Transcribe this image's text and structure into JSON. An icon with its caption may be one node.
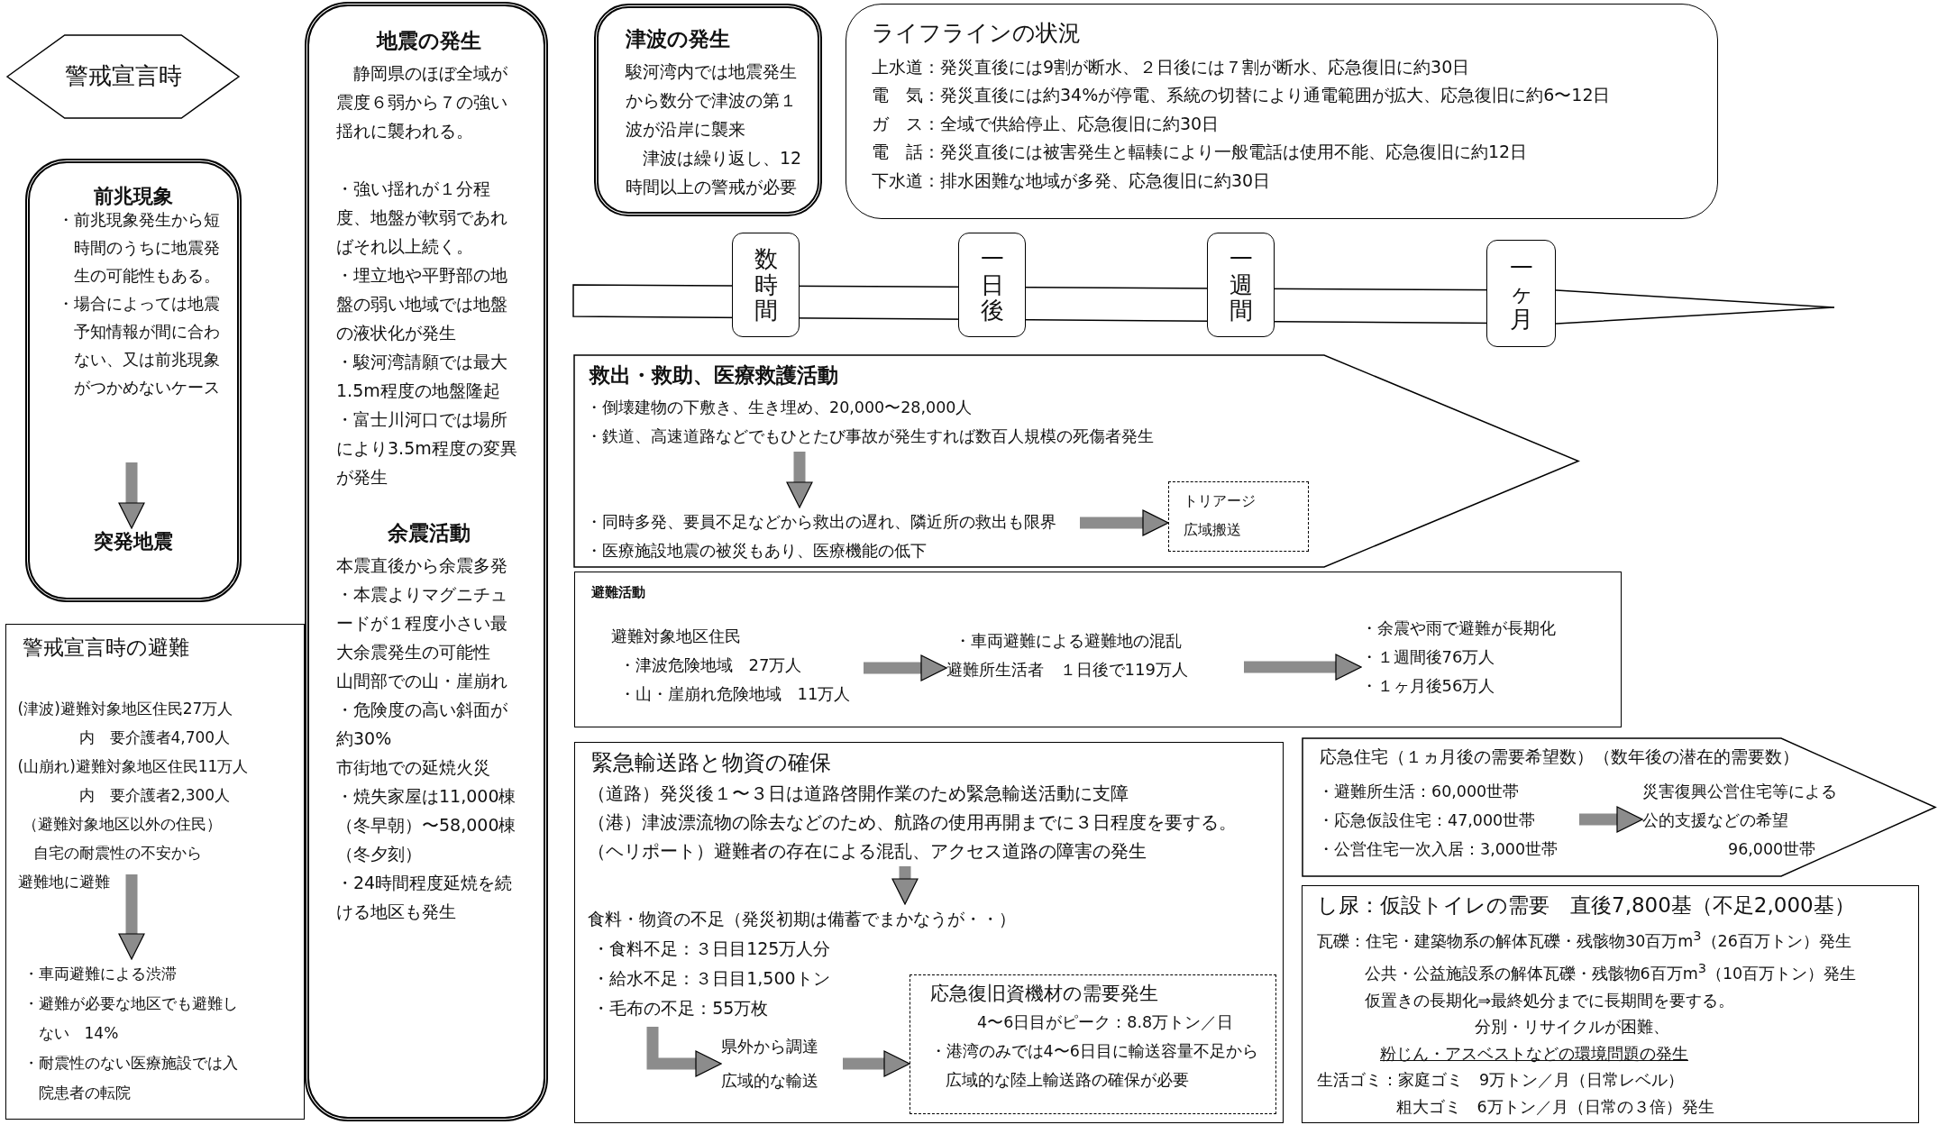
{
  "diagram": {
    "nodes": [
      {
        "text": [
          "警戒宣言時"
        ]
      },
      {
        "text": [
          "前兆現象"
        ]
      },
      {
        "text": [
          "・前兆現象発生から短時間のうちに地震発生の可能性もある。",
          "・場合によっては地震予知情報が間に合わない、又は前兆現象がつかめないケース"
        ],
        "in": 1
      },
      {
        "text": [
          "突発地震"
        ],
        "in": 1
      },
      {
        "text": [
          "警戒宣言時の避難"
        ]
      },
      {
        "text": [
          "(津波)避難対象地区住民27万人",
          "内　要介護者4,700人",
          "(山崩れ)避難対象地区住民11万人",
          "内　要介護者2,300人",
          "（避難対象地区以外の住民）",
          "自宅の耐震性の不安から避難地に避難"
        ],
        "in": 4
      },
      {
        "text": [
          "・車両避難による渋滞",
          "・避難が必要な地区でも避難しない　14%",
          "・耐震性のない医療施設では入院患者の転院"
        ],
        "in": 4
      },
      {
        "text": [
          "地震の発生",
          "静岡県のほぼ全域が震度６弱から７の強い揺れに襲われる。",
          "・強い揺れが１分程度、地盤が軟弱であればそれ以上続く。",
          "・埋立地や平野部の地盤の弱い地域では地盤の液状化が発生",
          "・駿河湾請願では最大1.5m程度の地盤隆起",
          "・富士川河口では場所により3.5m程度の変異が発生",
          "余震活動",
          "本震直後から余震多発",
          "・本震よりマグニチュードが１程度小さい最大余震発生の可能性",
          "山間部での山・崖崩れ",
          "・危険度の高い斜面が約30%",
          "市街地での延焼火災",
          "・焼失家屋は11,000棟（冬早朝）〜58,000棟（冬夕刻）",
          "・24時間程度延焼を続ける地区も発生"
        ]
      },
      {
        "text": [
          "津波の発生",
          "駿河湾内では地震発生から数分で津波の第１波が沿岸に襲来",
          "津波は繰り返し、12時間以上の警戒が必要"
        ]
      },
      {
        "text": [
          "ライフラインの状況",
          "上水道：発災直後には9割が断水、２日後には７割が断水、応急復旧に約30日",
          "電　気：発災直後には約34%が停電、系統の切替により通電範囲が拡大、応急復旧に約6〜12日",
          "ガ　ス：全域で供給停止、応急復旧に約30日",
          "電　話：発災直後には被害発生と輻輳により一般電話は使用不能、応急復旧に約12日",
          "下水道：排水困難な地域が多発、応急復旧に約30日"
        ]
      },
      {
        "text": [
          "数時間"
        ]
      },
      {
        "text": [
          "一日後"
        ]
      },
      {
        "text": [
          "一週間"
        ]
      },
      {
        "text": [
          "一ヶ月"
        ]
      },
      {
        "text": [
          "救出・救助、医療救護活動"
        ]
      },
      {
        "text": [
          "・倒壊建物の下敷き、生き埋め、20,000〜28,000人",
          "・鉄道、高速道路などでもひとたび事故が発生すれば数百人規模の死傷者発生"
        ],
        "in": 14
      },
      {
        "text": [
          "・同時多発、要員不足などから救出の遅れ、隣近所の救出も限界",
          "・医療施設地震の被災もあり、医療機能の低下"
        ],
        "in": 14
      },
      {
        "text": [
          "トリアージ",
          "広域搬送"
        ],
        "in": 14
      },
      {
        "text": [
          "避難活動"
        ]
      },
      {
        "text": [
          "避難対象地区住民",
          "・津波危険地域　27万人",
          "・山・崖崩れ危険地域　11万人"
        ],
        "in": 18
      },
      {
        "text": [
          "・車両避難による避難地の混乱",
          "避難所生活者　１日後で119万人"
        ],
        "in": 18
      },
      {
        "text": [
          "・余震や雨で避難が長期化",
          "・１週間後76万人",
          "・１ヶ月後56万人"
        ],
        "in": 18
      },
      {
        "text": [
          "緊急輸送路と物資の確保"
        ]
      },
      {
        "text": [
          "（道路）発災後１〜３日は道路啓開作業のため緊急輸送活動に支障",
          "（港）津波漂流物の除去などのため、航路の使用再開までに３日程度を要する。",
          "（ヘリポート）避難者の存在による混乱、アクセス道路の障害の発生"
        ],
        "in": 22
      },
      {
        "text": [
          "食料・物資の不足（発災初期は備蓄でまかなうが・・）",
          "・食料不足：３日目125万人分",
          "・給水不足：３日目1,500トン",
          "・毛布の不足：55万枚"
        ],
        "in": 22
      },
      {
        "text": [
          "県外から調達",
          "広域的な輸送"
        ],
        "in": 22
      },
      {
        "text": [
          "応急復旧資機材の需要発生",
          "4〜6日目がピーク：8.8万トン／日",
          "・港湾のみでは4〜6日目に輸送容量不足から広域的な陸上輸送路の確保が必要"
        ],
        "in": 22
      },
      {
        "text": [
          "応急住宅（１ヵ月後の需要希望数）（数年後の潜在的需要数）"
        ]
      },
      {
        "text": [
          "・避難所生活：60,000世帯",
          "・応急仮設住宅：47,000世帯",
          "・公営住宅一次入居：3,000世帯"
        ],
        "in": 27
      },
      {
        "text": [
          "災害復興公営住宅等による公的支援などの希望",
          "96,000世帯"
        ],
        "in": 27
      },
      {
        "text": [
          "し尿：仮設トイレの需要　直後7,800基（不足2,000基）",
          "瓦礫：住宅・建築物系の解体瓦礫・残骸物30百万m$^{3}$（26百万トン）発生",
          "公共・公益施設系の解体瓦礫・残骸物6百万m$^{3}$（10百万トン）発生",
          "仮置きの長期化⇒最終処分までに長期間を要する。",
          "分別・リサイクルが困難、",
          "粉じん・アスベストなどの環境問題の発生",
          "生活ゴミ：家庭ゴミ　9万トン／月（日常レベル）",
          "粗大ゴミ　6万トン／月（日常の３倍）発生"
        ]
      }
    ],
    "edges": [
      {
        "from": 2,
        "to": 3,
        "arrow": "to"
      },
      {
        "from": 5,
        "to": 6,
        "arrow": "to"
      },
      {
        "from": 15,
        "to": 16,
        "arrow": "to"
      },
      {
        "from": 16,
        "to": 17,
        "arrow": "to"
      },
      {
        "from": 19,
        "to": 20,
        "arrow": "to"
      },
      {
        "from": 20,
        "to": 21,
        "arrow": "to"
      },
      {
        "from": 23,
        "to": 24,
        "arrow": "to"
      },
      {
        "from": 24,
        "to": 25,
        "arrow": "to"
      },
      {
        "from": 25,
        "to": 26,
        "arrow": "to"
      },
      {
        "from": 28,
        "to": 29,
        "arrow": "to"
      }
    ]
  }
}
